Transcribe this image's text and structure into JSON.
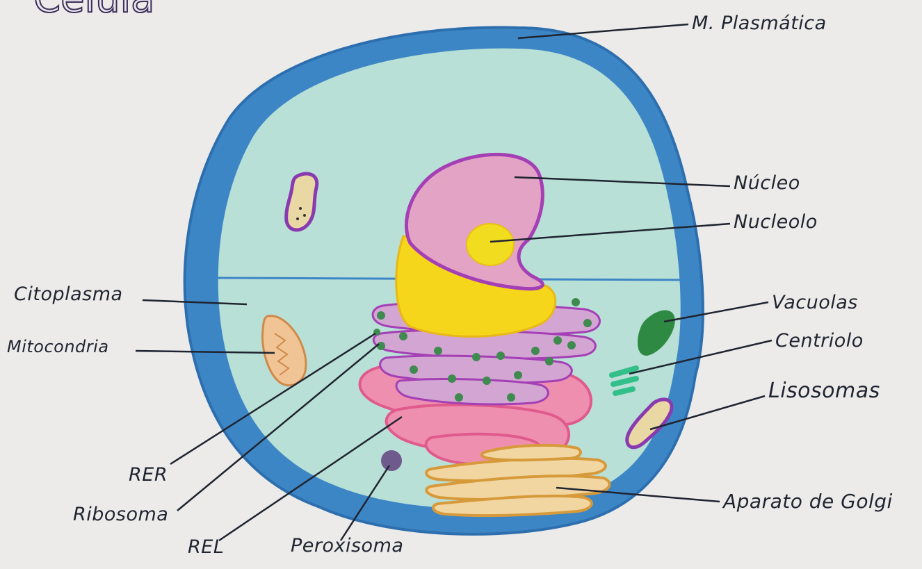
{
  "title": "Célula",
  "labels": {
    "membrana": "M. Plasmática",
    "nucleo": "Núcleo",
    "nucleolo": "Nucleolo",
    "citoplasma": "Citoplasma",
    "mitocondria": "Mitocondria",
    "vacuolas": "Vacuolas",
    "centriolo": "Centriolo",
    "lisosomas": "Lisosomas",
    "ber": "RER",
    "ribosoma": "Ribosoma",
    "bel": "REL",
    "peroxisoma": "Peroxisoma",
    "golgi": "Aparato de Golgi"
  },
  "colors": {
    "membrane": "#3d86c6",
    "cytoplasm": "#b9e0d6",
    "nucleus": "#e2a3c4",
    "nucleus_outline": "#a43fb5",
    "nucleolus": "#f2dc1f",
    "yellow_er": "#f6d61a",
    "er": "#c997c9",
    "ribosome": "#3f8a4f",
    "pink_er": "#ec7aa3",
    "golgi": "#e0a44a",
    "peroxisome": "#6e5a8c",
    "vacuole": "#2e8a43",
    "centriole": "#33bf8a",
    "lysosome": "#7a3aa0",
    "mitochondria": "#f0c494"
  }
}
